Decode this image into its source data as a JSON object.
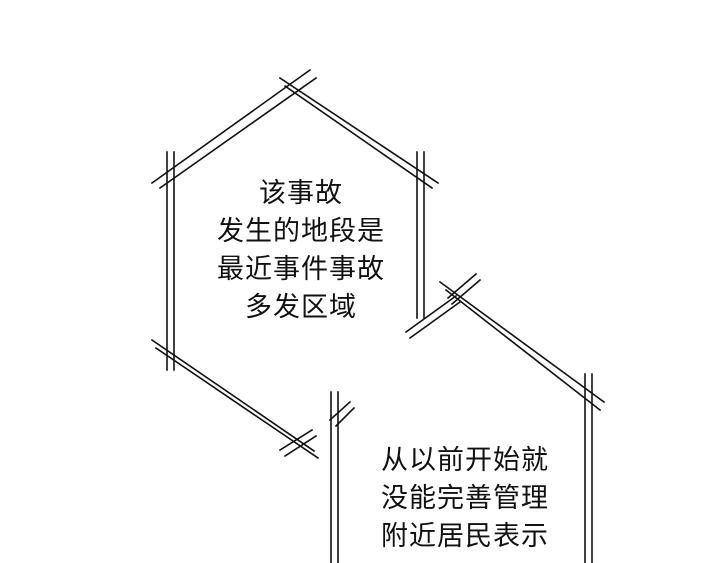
{
  "panel": {
    "background": "#ffffff",
    "ink": "#111111"
  },
  "bubbles": [
    {
      "lines": [
        "该事故",
        "发生的地段是",
        "最近事件事故",
        "多发区域"
      ]
    },
    {
      "lines": [
        "从以前开始就",
        "没能完善管理",
        "附近居民表示"
      ]
    }
  ]
}
